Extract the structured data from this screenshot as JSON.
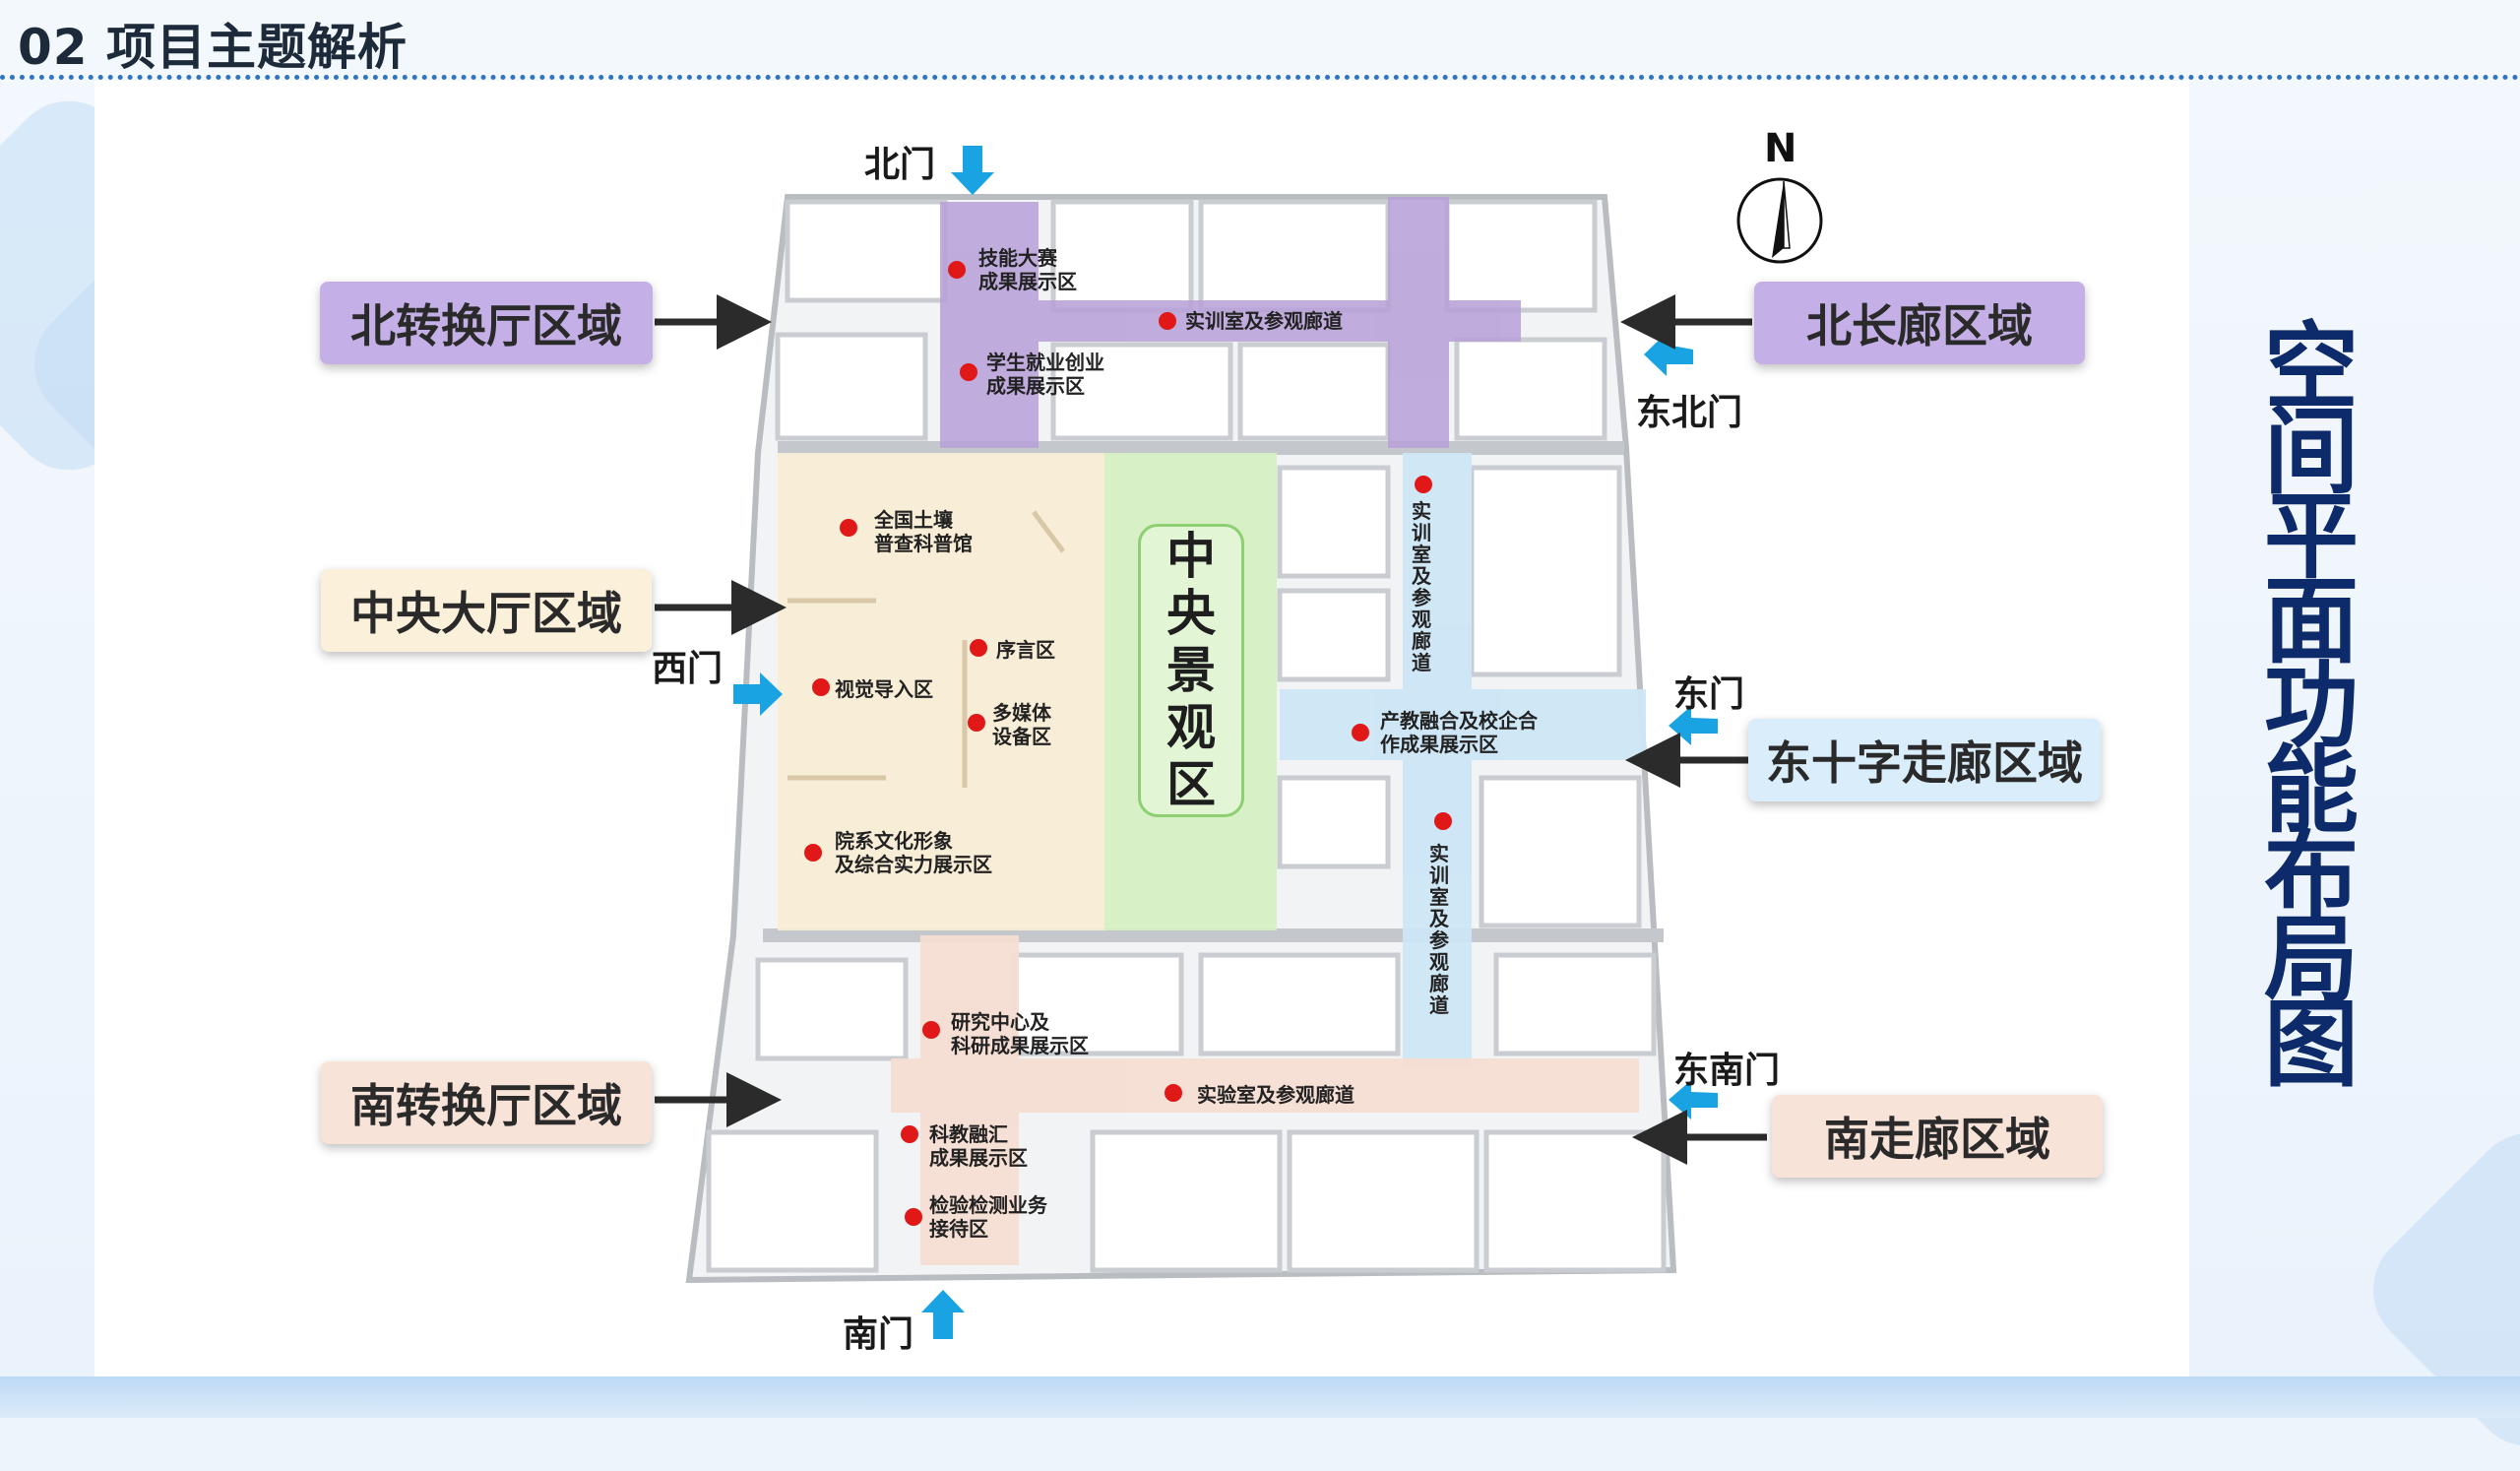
{
  "header": {
    "title": "02  项目主题解析"
  },
  "side_title": [
    "空",
    "间",
    "平",
    "面",
    "功",
    "能",
    "布",
    "局",
    "图"
  ],
  "compass": {
    "label": "N"
  },
  "zones": {
    "north_hall": "北转换厅区域",
    "north_corridor": "北长廊区域",
    "central_hall": "中央大厅区域",
    "east_cross": "东十字走廊区域",
    "south_hall": "南转换厅区域",
    "south_corridor": "南走廊区域"
  },
  "central_landscape": "中央景观区",
  "doors": {
    "north": "北门",
    "northeast": "东北门",
    "west": "西门",
    "east": "东门",
    "southeast": "东南门",
    "south": "南门"
  },
  "spots": {
    "skills": [
      "技能大赛",
      "成果展示区"
    ],
    "lab_north": "实训室及参观廊道",
    "student": [
      "学生就业创业",
      "成果展示区"
    ],
    "soil": [
      "全国土壤",
      "普查科普馆"
    ],
    "preface": "序言区",
    "visual": "视觉导入区",
    "media": [
      "多媒体",
      "设备区"
    ],
    "college": [
      "院系文化形象",
      "及综合实力展示区"
    ],
    "industry": [
      "产教融合及校企合",
      "作成果展示区"
    ],
    "lab_east_upper": "实训室及参观廊道",
    "lab_east_lower": "实训室及参观廊道",
    "research": [
      "研究中心及",
      "科研成果展示区"
    ],
    "lab_south": "实验室及参观廊道",
    "sci_edu": [
      "科教融汇",
      "成果展示区"
    ],
    "testing": [
      "检验检测业务",
      "接待区"
    ]
  },
  "colors": {
    "purple_zone": "#b79fd8",
    "cream_zone": "#f8ecd4",
    "green_zone": "#d6efc3",
    "blue_zone": "#cde6f6",
    "peach_zone": "#f6ddd2",
    "marker": "#e01818",
    "door_arrow": "#19a3e3",
    "title_navy": "#0d2a6b"
  }
}
